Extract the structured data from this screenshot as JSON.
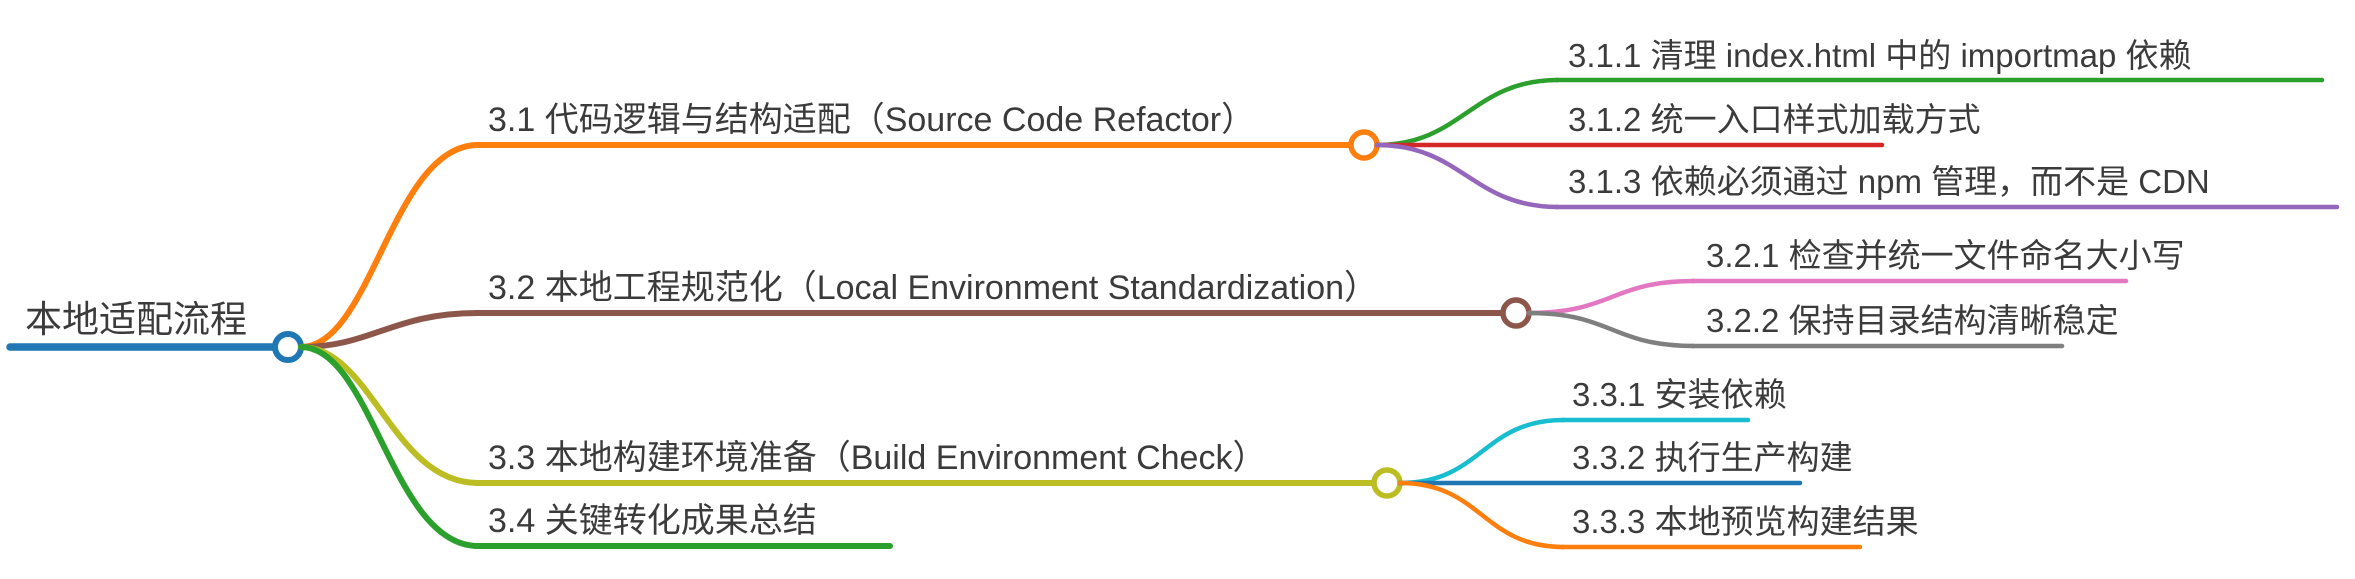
{
  "root": {
    "label": "本地适配流程",
    "color": "#1f77b4"
  },
  "branches": [
    {
      "id": "3.1",
      "label": "3.1 代码逻辑与结构适配（Source Code Refactor）",
      "color": "#ff7f0e",
      "children": [
        {
          "id": "3.1.1",
          "label": "3.1.1 清理 index.html 中的 importmap 依赖",
          "color": "#2ca02c"
        },
        {
          "id": "3.1.2",
          "label": "3.1.2 统一入口样式加载方式",
          "color": "#d62728"
        },
        {
          "id": "3.1.3",
          "label": "3.1.3 依赖必须通过 npm 管理，而不是 CDN",
          "color": "#9467bd"
        }
      ]
    },
    {
      "id": "3.2",
      "label": "3.2 本地工程规范化（Local Environment Standardization）",
      "color": "#8c564b",
      "children": [
        {
          "id": "3.2.1",
          "label": "3.2.1 检查并统一文件命名大小写",
          "color": "#e377c2"
        },
        {
          "id": "3.2.2",
          "label": "3.2.2 保持目录结构清晰稳定",
          "color": "#7f7f7f"
        }
      ]
    },
    {
      "id": "3.3",
      "label": "3.3 本地构建环境准备（Build Environment Check）",
      "color": "#bcbd22",
      "children": [
        {
          "id": "3.3.1",
          "label": "3.3.1 安装依赖",
          "color": "#17becf"
        },
        {
          "id": "3.3.2",
          "label": "3.3.2 执行生产构建",
          "color": "#1f77b4"
        },
        {
          "id": "3.3.3",
          "label": "3.3.3 本地预览构建结果",
          "color": "#ff7f0e"
        }
      ]
    },
    {
      "id": "3.4",
      "label": "3.4 关键转化成果总结",
      "color": "#2ca02c",
      "children": []
    }
  ]
}
